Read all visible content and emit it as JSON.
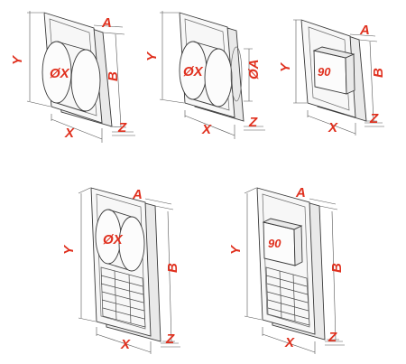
{
  "labels": {
    "a": "A",
    "b": "B",
    "x": "X",
    "y": "Y",
    "z": "Z",
    "dx": "ØX",
    "da": "ØA",
    "size": "90"
  },
  "colors": {
    "label": "#e0301e",
    "line": "#3a3a3a"
  }
}
